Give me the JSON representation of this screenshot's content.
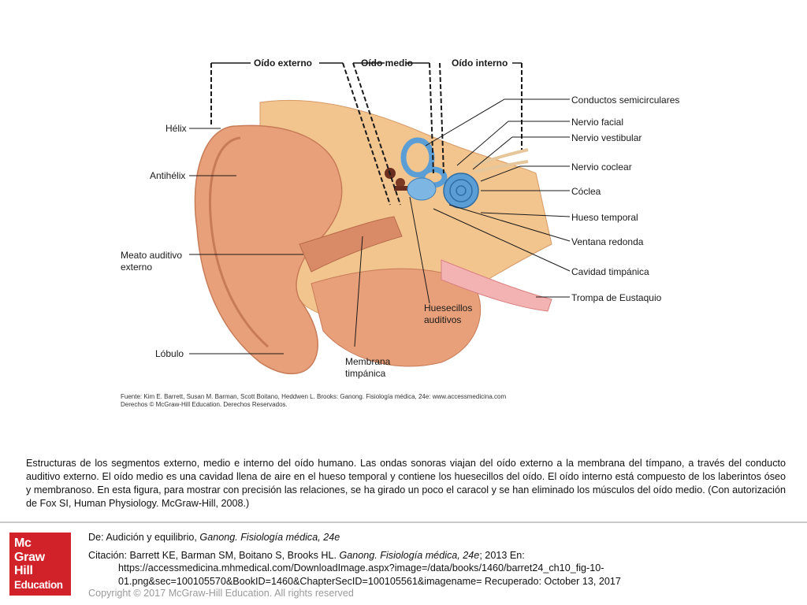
{
  "figure": {
    "segments": {
      "outer": "Oído externo",
      "middle": "Oído medio",
      "inner": "Oído interno"
    },
    "labels_left": {
      "helix": "Hélix",
      "antihelix": "Antihélix",
      "meatus_line1": "Meato auditivo",
      "meatus_line2": "externo",
      "lobule": "Lóbulo"
    },
    "labels_right": {
      "semicircular": "Conductos semicirculares",
      "facial": "Nervio facial",
      "vestibular": "Nervio vestibular",
      "cochlear_nerve": "Nervio coclear",
      "cochlea": "Cóclea",
      "temporal": "Hueso temporal",
      "round_window": "Ventana redonda",
      "tympanic_cavity": "Cavidad timpánica",
      "eustachian": "Trompa de Eustaquio"
    },
    "labels_bottom": {
      "ossicles_line1": "Huesecillos",
      "ossicles_line2": "auditivos",
      "membrane_line1": "Membrana",
      "membrane_line2": "timpánica"
    },
    "source": {
      "line1": "Fuente: Kim E. Barrett, Susan M. Barman, Scott Boitano, Heddwen L. Brooks: Ganong. Fisiología médica, 24e: www.accessmedicina.com",
      "line2": "Derechos © McGraw-Hill Education. Derechos Reservados."
    }
  },
  "caption": "Estructuras de los segmentos externo, medio e interno del oído humano. Las ondas sonoras viajan del oído externo a la membrana del tímpano, a través del conducto auditivo externo. El oído medio es una cavidad llena de aire en el hueso temporal y contiene los huesecillos del oído. El oído interno está compuesto de los laberintos óseo y membranoso. En esta figura, para mostrar con precisión las relaciones, se ha girado un poco el caracol y se han eliminado los músculos del oído medio. (Con autorización de Fox SI, Human Physiology. McGraw-Hill, 2008.)",
  "logo": {
    "line1": "Mc",
    "line2": "Graw",
    "line3": "Hill",
    "line4": "Education"
  },
  "citation": {
    "from_prefix": "De: Audición y equilibrio, ",
    "from_book": "Ganong. Fisiología médica, 24e",
    "cite_prefix": "Citación: Barrett KE, Barman SM, Boitano S, Brooks HL. ",
    "cite_book": "Ganong. Fisiología médica, 24e",
    "cite_suffix": "; 2013 En:",
    "url_line1": "https://accessmedicina.mhmedical.com/DownloadImage.aspx?image=/data/books/1460/barret24_ch10_fig-10-",
    "url_line2": "01.png&sec=100105570&BookID=1460&ChapterSecID=100105561&imagename= Recuperado: October 13, 2017"
  },
  "copyright": "Copyright © 2017 McGraw-Hill Education. All rights reserved",
  "colors": {
    "brand_red": "#d1222a",
    "skin": "#e8a07a",
    "bone": "#f2c48e",
    "cochlea_blue": "#5b9ed6"
  }
}
